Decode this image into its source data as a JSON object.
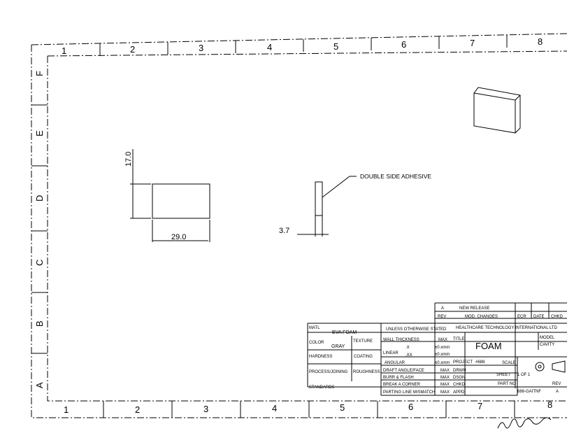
{
  "zones": {
    "top": [
      "1",
      "2",
      "3",
      "4",
      "5",
      "6",
      "7",
      "8"
    ],
    "bottom": [
      "1",
      "2",
      "3",
      "4",
      "5",
      "6",
      "7",
      "8"
    ],
    "left": [
      "F",
      "E",
      "D",
      "C",
      "B",
      "A"
    ]
  },
  "dimensions": {
    "height": "17.0",
    "width": "29.0",
    "thickness": "3.7"
  },
  "callout": "DOUBLE SIDE ADHESIVE",
  "title_block": {
    "rev_letter": "A",
    "rev_desc": "NEW RELEASE",
    "rev_label": "REV",
    "changes_label": "MOD. CHANGES",
    "ecr_label": "ECR",
    "date_label": "DATE",
    "chkd_label": "CHKD",
    "matl_label": "MATL",
    "matl_value": "EVA FOAM",
    "color_label": "COLOR",
    "color_value": "GRAY",
    "texture_label": "TEXTURE",
    "hardness_label": "HARDNESS",
    "coating_label": "COATING",
    "processing_label": "PROCESS/JOINING",
    "roughness_label": "ROUGHNESS",
    "standards_label": "STANDARDS",
    "unless_note": "UNLESS OTHERWISE STATED",
    "wall_label": "WALL THICKNESS",
    "linear_label": "LINEAR",
    "x_label": ".X",
    "xx_label": ".XX",
    "angular_label": "ANGULAR",
    "draft_label": "DRAFT ANGLE/FACE",
    "burr_label": "BURR & FLASH",
    "break_label": "BREAK A CORNER",
    "parting_label": "PARTING LINE MISMATCH",
    "tol1": "±0.xmm",
    "tol2": "±0.xmm",
    "tol3": "±0.xmm",
    "max1": "MAX",
    "max2": "MAX",
    "max3": "MAX",
    "max4": "MAX",
    "max5": "MAX",
    "company": "HEALTHCARE TECHNOLOGY INTERNATIONAL LTD",
    "title_label": "TITLE",
    "title": "FOAM",
    "project_label": "PROJECT",
    "project": "#688",
    "drwn_label": "DRWN",
    "dsgn_label": "DSGN",
    "chkd2_label": "CHKD",
    "appd_label": "APPD",
    "scale_label": "SCALE",
    "sheet_label": "SHEET",
    "sheet": "1 OF 1",
    "part_no_label": "PART NO",
    "part_no": "688-GAITNF",
    "rev2_label": "REV",
    "rev2": "A",
    "model_label": "MODEL",
    "cavity_label": "CAVITY"
  }
}
